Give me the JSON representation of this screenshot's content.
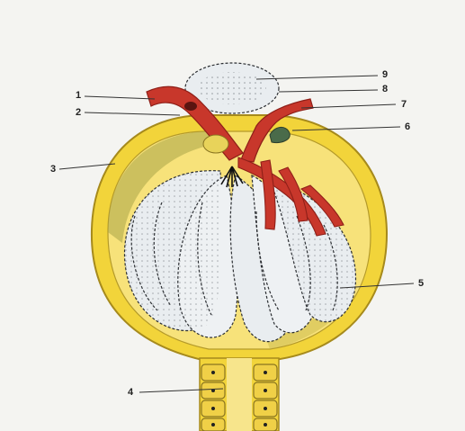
{
  "labels": {
    "l1": "1",
    "l2": "2",
    "l3": "3",
    "l4": "4",
    "l5": "5",
    "l6": "6",
    "l7": "7",
    "l8": "8",
    "l9": "9"
  },
  "colors": {
    "capsule": "#f2d43a",
    "capsule_edge": "#a68a1c",
    "capsule_shade": "#9e9a3a",
    "vessel": "#c8372b",
    "vessel_dark": "#8e1f18",
    "capillary": "#e9edf0",
    "tubule_cell": "#f3db57",
    "background": "#f4f4f1"
  }
}
